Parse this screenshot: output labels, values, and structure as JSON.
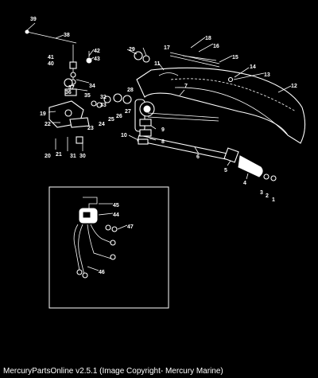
{
  "footer": {
    "text": "MercuryPartsOnline v2.5.1 (Image Copyright- Mercury Marine)"
  },
  "callouts": [
    "1",
    "2",
    "3",
    "4",
    "5",
    "6",
    "7",
    "8",
    "9",
    "10",
    "11",
    "12",
    "13",
    "14",
    "15",
    "16",
    "17",
    "18",
    "19",
    "20",
    "21",
    "22",
    "23",
    "24",
    "25",
    "26",
    "27",
    "28",
    "29",
    "30",
    "31",
    "32",
    "33",
    "34",
    "35",
    "36",
    "37",
    "38",
    "39",
    "40",
    "41",
    "42",
    "43",
    "44",
    "45",
    "46",
    "47"
  ]
}
